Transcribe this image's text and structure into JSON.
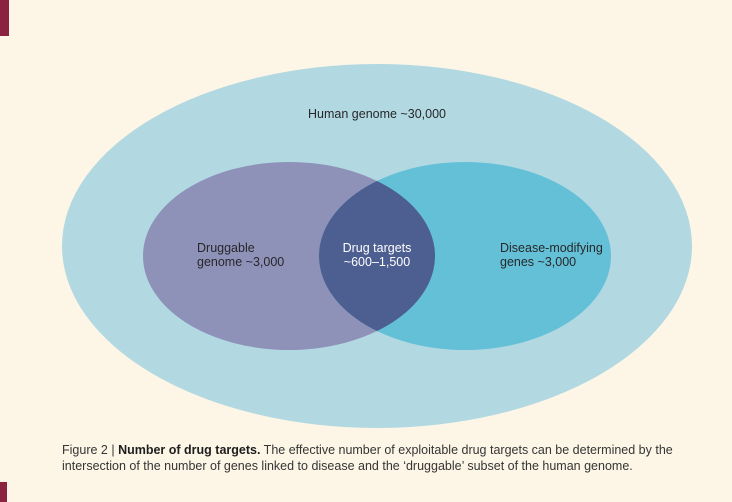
{
  "page": {
    "background": "#fdf6e7",
    "accent_red": "#8b2240"
  },
  "figure": {
    "outer": {
      "label": "Human genome ~30,000",
      "color": "#b2d8e2"
    },
    "left": {
      "line1": "Druggable",
      "line2": "genome ~3,000",
      "color": "#8e92b8"
    },
    "intersection": {
      "line1": "Drug targets",
      "line2": "~600–1,500",
      "color": "#4d5e90",
      "text_color": "#ffffff"
    },
    "right": {
      "line1": "Disease-modifying",
      "line2": "genes ~3,000",
      "color": "#64c0d6"
    }
  },
  "caption": {
    "prefix": "Figure 2 | ",
    "title": "Number of drug targets.",
    "body": " The effective number of exploitable drug targets can be determined by the intersection of the number of genes linked to disease and the ‘druggable’ subset of the human genome."
  }
}
